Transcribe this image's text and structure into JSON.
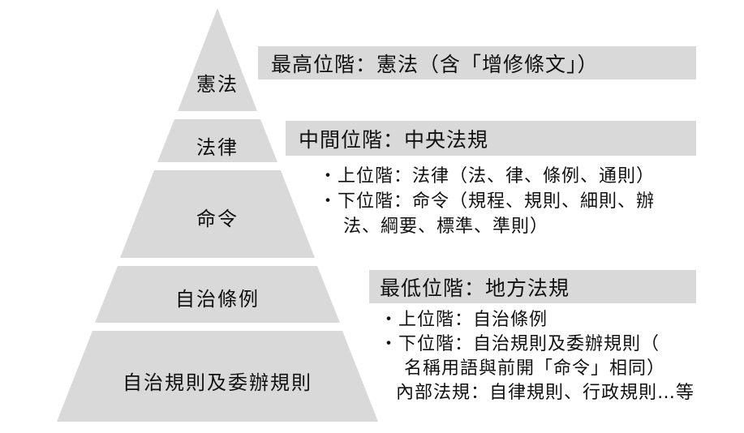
{
  "colors": {
    "shape_fill": "#d9d9d9",
    "text_color": "#111111",
    "background": "#ffffff"
  },
  "pyramid": {
    "levels": [
      {
        "label": "憲法"
      },
      {
        "label": "法律"
      },
      {
        "label": "命令"
      },
      {
        "label": "自治條例"
      },
      {
        "label": "自治規則及委辦規則"
      }
    ]
  },
  "banners": [
    {
      "title": "最高位階：憲法（含「增修條文」）"
    },
    {
      "title": "中間位階：中央法規"
    },
    {
      "title": "最低位階：地方法規"
    }
  ],
  "central_notes": {
    "lines": [
      "・上位階：法律（法、律、條例、通則）",
      "・下位階：命令（規程、規則、細則、辦",
      "法、綱要、標準、準則）"
    ]
  },
  "local_notes": {
    "lines": [
      "・上位階：自治條例",
      "・下位階：自治規則及委辦規則（",
      "名稱用語與前開「命令」相同）",
      "內部法規：自律規則、行政規則…等"
    ]
  }
}
